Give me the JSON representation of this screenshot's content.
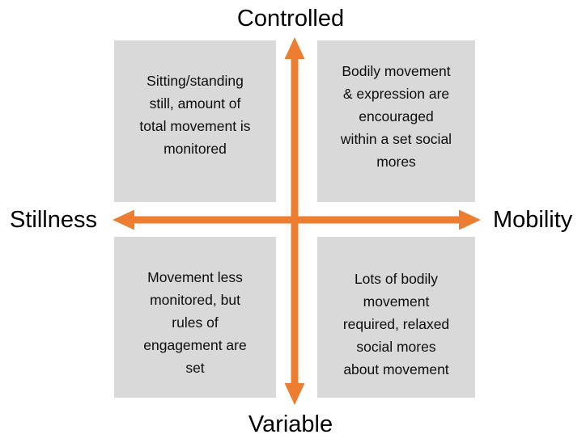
{
  "diagram": {
    "type": "two-by-two-quadrant",
    "background_color": "#FFFFFF",
    "axis_color": "#ED7D31",
    "box_fill_color": "#D9D9D9",
    "text_color": "#0D0D0D",
    "label_color": "#000000",
    "axes": {
      "vertical": {
        "top_label": "Controlled",
        "bottom_label": "Variable"
      },
      "horizontal": {
        "left_label": "Stillness",
        "right_label": "Mobility"
      }
    },
    "quadrants": [
      {
        "id": "top-left",
        "position": "upper-left",
        "axis_combination": "Stillness + Controlled",
        "text": "Sitting/standing\nstill, amount of\ntotal movement is\nmonitored"
      },
      {
        "id": "top-right",
        "position": "upper-right",
        "axis_combination": "Mobility + Controlled",
        "text": "Bodily movement\n& expression are\nencouraged\nwithin a set social\nmores"
      },
      {
        "id": "bottom-left",
        "position": "lower-left",
        "axis_combination": "Stillness + Variable",
        "text": "Movement less\nmonitored, but\nrules of\nengagement are\nset"
      },
      {
        "id": "bottom-right",
        "position": "lower-right",
        "axis_combination": "Mobility + Variable",
        "text": "Lots of bodily\nmovement\nrequired, relaxed\nsocial mores\nabout movement"
      }
    ],
    "icons": {
      "vertical_axis": "double-headed-vertical-arrow",
      "horizontal_axis": "double-headed-horizontal-arrow"
    }
  }
}
